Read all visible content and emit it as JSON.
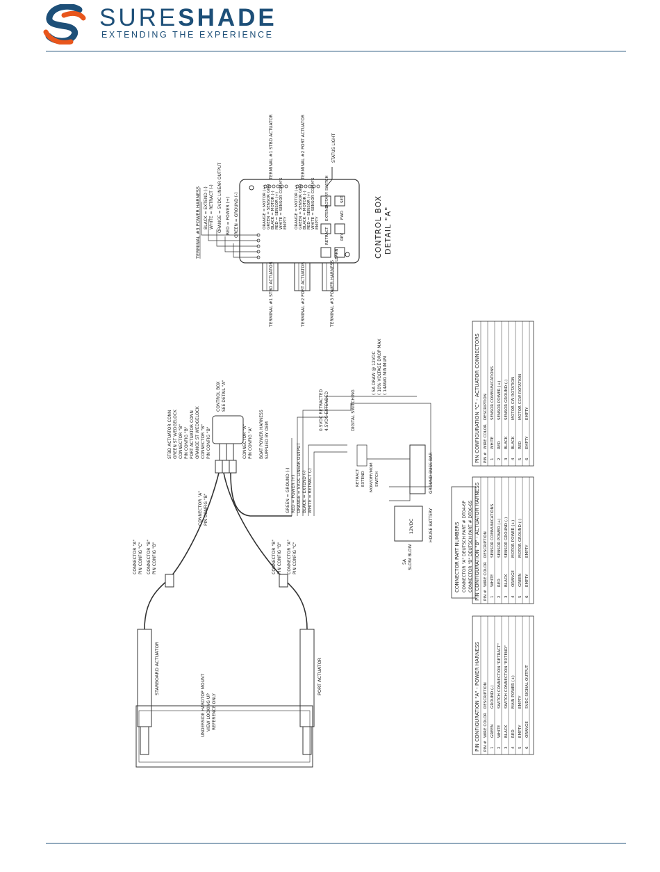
{
  "header": {
    "brand_light": "SURE",
    "brand_bold": "SHADE",
    "tagline": "EXTENDING THE EXPERIENCE",
    "brand_color": "#1d4f78",
    "accent_color": "#e8561c"
  },
  "control_box": {
    "title": "CONTROL BOX",
    "detail": "DETAIL \"A\"",
    "terminal3_header": "TERMINAL #3 POWER HARNESS",
    "terminal3_wires": [
      "BLACK = EXTEND (-)",
      "WHITE = RETRACT (-)",
      "ORANGE = 5VDC LINEAR OUTPUT",
      "RED = POWER (+)",
      "GREEN = GROUND (-)"
    ],
    "terminal1_wires": [
      "ORANGE = MOTOR (+)",
      "GREEN = SENSOR GND",
      "BLACK = MOTOR (-)",
      "RED = SENSOR (+)",
      "WHITE = SENSOR COMM'S",
      "EMPTY"
    ],
    "terminal2_wires": [
      "ORANGE = MOTOR (+)",
      "GREEN = SENSOR GND",
      "BLACK = MOTOR (-)",
      "RED = SENSOR (+)",
      "WHITE = SENSOR COMM'S",
      "EMPTY"
    ],
    "right_labels": [
      "TERMINAL #1 STBD ACTUATOR",
      "TERMINAL #2 PORT ACTUATOR",
      "STATUS LIGHT"
    ],
    "bottom_labels": [
      "TERMINAL #1 STBD ACTUATOR",
      "TERMINAL #2 PORT ACTUATOR",
      "TERMINAL #3 POWER HARNESS"
    ],
    "buttons": [
      "RETRACT",
      "EXTEND",
      "ROTARY SWITCH",
      "REV",
      "FWD",
      "SET",
      "LEARN"
    ]
  },
  "wiring": {
    "connector_notes": [
      "STBD ACTUATOR CONN",
      "GREEN ST WEDGELOCK",
      "CONNECTOR \"B\"",
      "PIN CONFIG \"B\"",
      "PORT ACTUATOR CONN",
      "ORANGE ST WEDGELOCK",
      "CONNECTOR \"B\"",
      "PIN CONFIG \"B\""
    ],
    "control_box_note": [
      "CONTROL BOX",
      "SEE DETAIL \"A\""
    ],
    "connector_a_note": [
      "CONNECTOR \"A\"",
      "PIN CONFIG \"A\""
    ],
    "boat_harness_note": [
      "BOAT POWER HARNESS",
      "SUPPLIED BY OEM"
    ],
    "draw_note": [
      "( 5A DRAW @ 12VDC",
      "( 10% VOLTAGE DROP MAX",
      "( 14AWG MINIMUM"
    ],
    "harness_wires": [
      "GREEN = GROUND (-)",
      "RED = POWER (+)",
      "ORANGE = 5VDC LINEAR OUTPUT",
      "BLACK = EXTEND (-)",
      "WHITE = RETRACT (-)"
    ],
    "linear_output": [
      "0.5VDC RETRACTED",
      "4.5VDC EXTENDED"
    ],
    "digital_switching": "DIGITAL SWITCHING",
    "switch_labels": [
      "RETRACT",
      "EXTEND",
      "MOM/OFF/MOM",
      "SWITCH"
    ],
    "ground_buss": "GROUND BUSS BAR",
    "battery": [
      "12VDC",
      "HOUSE BATTERY"
    ],
    "fuse": [
      "5A",
      "SLOW BLOW"
    ],
    "actuator_connectors_upper": [
      "CONNECTOR \"B\"",
      "PIN CONFIG \"B\"",
      "CONNECTOR \"A\"",
      "PIN CONFIG \"C\""
    ],
    "actuator_connectors_lower": [
      "CONNECTOR \"B\"",
      "PIN CONFIG \"B\"",
      "CONNECTOR \"A\"",
      "PIN CONFIG \"C\""
    ],
    "connector_a_pin": [
      "CONNECTOR \"A\"",
      "PIN CONFIG \"B\""
    ],
    "starboard": "STARBOARD ACTUATOR",
    "port": "PORT ACTUATOR",
    "hardtop_note": [
      "UNDERSIDE HARDTOP MOUNT",
      "VIEW LOOKING UP",
      "REFERENCE ONLY"
    ]
  },
  "part_numbers": {
    "title": "CONNECTOR PART NUMBERS",
    "rows": [
      [
        "CONNECTOR \"A\"",
        "DEUTSCH PART # DT04-6P"
      ],
      [
        "CONNECTOR \"B\"",
        "DEUTSCH PART # DT06-6S"
      ]
    ]
  },
  "tables": [
    {
      "title": "PIN CONFIGURATION \"A\" - POWER HARNESS",
      "headers": [
        "PIN #",
        "WIRE COLOR",
        "DESCRIPTION"
      ],
      "rows": [
        [
          "1",
          "GREEN",
          "GROUND (-)"
        ],
        [
          "2",
          "WHITE",
          "SWITCH CONNECTION \"RETRACT\""
        ],
        [
          "3",
          "BLACK",
          "SWITCH CONNECTION \"EXTEND\""
        ],
        [
          "4",
          "RED",
          "MAIN POWER (+)"
        ],
        [
          "5",
          "EMPTY",
          "EMPTY"
        ],
        [
          "6",
          "ORANGE",
          "5VDC SIGNAL OUTPUT"
        ]
      ]
    },
    {
      "title": "PIN CONFIGURATION \"B\" - ACTUATOR HARNESS",
      "headers": [
        "PIN #",
        "WIRE COLOR",
        "DESCRIPTION"
      ],
      "rows": [
        [
          "1",
          "WHITE",
          "SENSOR COMMUNICATIONS"
        ],
        [
          "2",
          "RED",
          "SENSOR POWER (+)"
        ],
        [
          "3",
          "BLACK",
          "SENSOR GROUND (-)"
        ],
        [
          "4",
          "ORANGE",
          "MOTOR POWER (+)"
        ],
        [
          "5",
          "GREEN",
          "MOTOR GROUND (-)"
        ],
        [
          "6",
          "EMPTY",
          "EMPTY"
        ]
      ]
    },
    {
      "title": "PIN CONFIGURATION \"C\" - ACTUATOR CONNECTORS",
      "headers": [
        "PIN #",
        "WIRE COLOR",
        "DESCRIPTION"
      ],
      "rows": [
        [
          "1",
          "WHITE",
          "SENSOR COMMUNICATIONS"
        ],
        [
          "2",
          "RED",
          "SENSOR POWER (+)"
        ],
        [
          "3",
          "BLACK",
          "SENSOR GROUND (-)"
        ],
        [
          "4",
          "BLACK",
          "MOTOR CW ROTATION"
        ],
        [
          "5",
          "RED",
          "MOTOR CCW ROTATION"
        ],
        [
          "6",
          "EMPTY",
          "EMPTY"
        ]
      ]
    }
  ]
}
